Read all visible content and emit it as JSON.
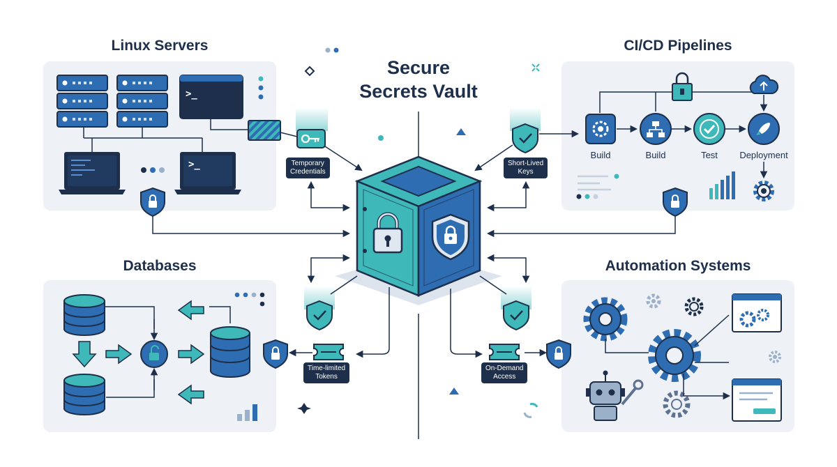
{
  "title": {
    "line1": "Secure",
    "line2": "Secrets Vault"
  },
  "sections": {
    "linux": "Linux Servers",
    "cicd": "CI/CD Pipelines",
    "databases": "Databases",
    "automation": "Automation Systems"
  },
  "badges": {
    "temporary": {
      "line1": "Temporary",
      "line2": "Credentials"
    },
    "short_lived": {
      "line1": "Short-Lived",
      "line2": "Keys"
    },
    "time_limited": {
      "line1": "Time-limited",
      "line2": "Tokens"
    },
    "on_demand": {
      "line1": "On-Demand",
      "line2": "Access"
    }
  },
  "pipeline": {
    "stages": [
      "Build",
      "Build",
      "Test",
      "Deployment"
    ]
  },
  "terminal_prompt": ">_",
  "colors": {
    "navy": "#1d2f4a",
    "blue": "#2f6db3",
    "teal": "#3fb8b9",
    "panel": "#eef1f6"
  }
}
